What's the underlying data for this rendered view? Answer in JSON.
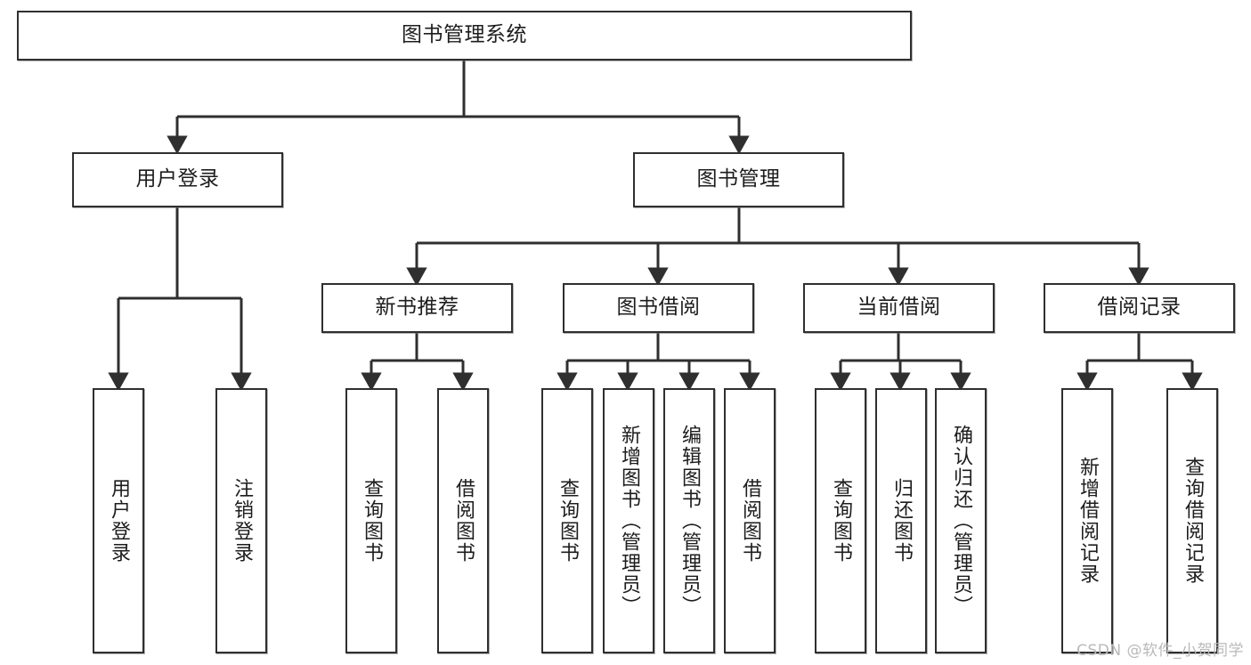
{
  "diagram": {
    "type": "tree",
    "title": "图书管理系统",
    "watermark": "CSDN @软件_小贺同学",
    "colors": {
      "stroke": "#2f2f2f",
      "fill": "#ffffff",
      "text": "#1d1d1d",
      "watermark": "#b9b9b9"
    },
    "nodes": {
      "root": {
        "label": "图书管理系统"
      },
      "level2": [
        {
          "label": "用户登录"
        },
        {
          "label": "图书管理"
        }
      ],
      "level3": [
        {
          "label": "新书推荐"
        },
        {
          "label": "图书借阅"
        },
        {
          "label": "当前借阅"
        },
        {
          "label": "借阅记录"
        }
      ],
      "leaves_user_login": [
        {
          "label": "用户登录"
        },
        {
          "label": "注销登录"
        }
      ],
      "leaves_new_books": [
        {
          "label": "查询图书"
        },
        {
          "label": "借阅图书"
        }
      ],
      "leaves_borrow": [
        {
          "label": "查询图书"
        },
        {
          "label": "新增图书（管理员）"
        },
        {
          "label": "编辑图书（管理员）"
        },
        {
          "label": "借阅图书"
        }
      ],
      "leaves_current": [
        {
          "label": "查询图书"
        },
        {
          "label": "归还图书"
        },
        {
          "label": "确认归还（管理员）"
        }
      ],
      "leaves_records": [
        {
          "label": "新增借阅记录"
        },
        {
          "label": "查询借阅记录"
        }
      ]
    }
  }
}
